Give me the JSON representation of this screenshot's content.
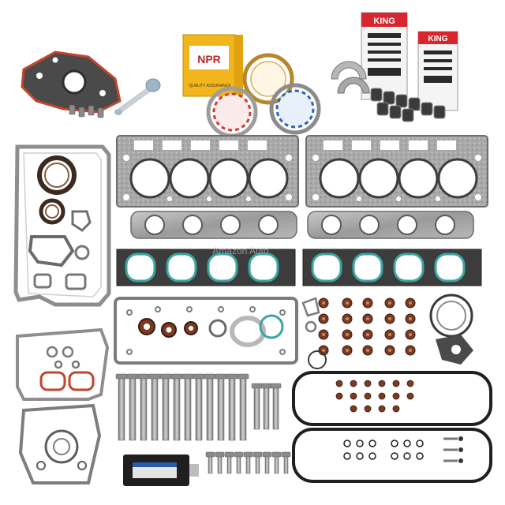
{
  "brand": {
    "npr_box": "NPR",
    "npr_box_side": "QUALITY ASSURANCE",
    "king_box": "KING",
    "watermark": "Amazon Auto"
  },
  "colors": {
    "background": "#ffffff",
    "gasket_steel": "#9a9a9a",
    "gasket_dark": "#3c3c3c",
    "seal_teal": "#3aa6a0",
    "seal_brown": "#7a3b22",
    "npr_yellow": "#f2b51c",
    "king_red": "#d8262e",
    "ring_red": "#d43a3a",
    "ring_blue": "#2f63b5"
  },
  "components": [
    "crossover-gasket-kit",
    "dipstick-tube-seal",
    "piston-ring-set",
    "rod-bearing-set",
    "main-bearing-set",
    "oil-pan-gasket-set",
    "head-gasket-left",
    "head-gasket-right",
    "exhaust-manifold-gaskets",
    "intake-manifold-gaskets",
    "valley-cover-gasket",
    "valve-stem-seals",
    "timing-cover-gasket-set",
    "head-bolt-set",
    "rtv-sealant-tube",
    "valve-cover-gaskets"
  ]
}
